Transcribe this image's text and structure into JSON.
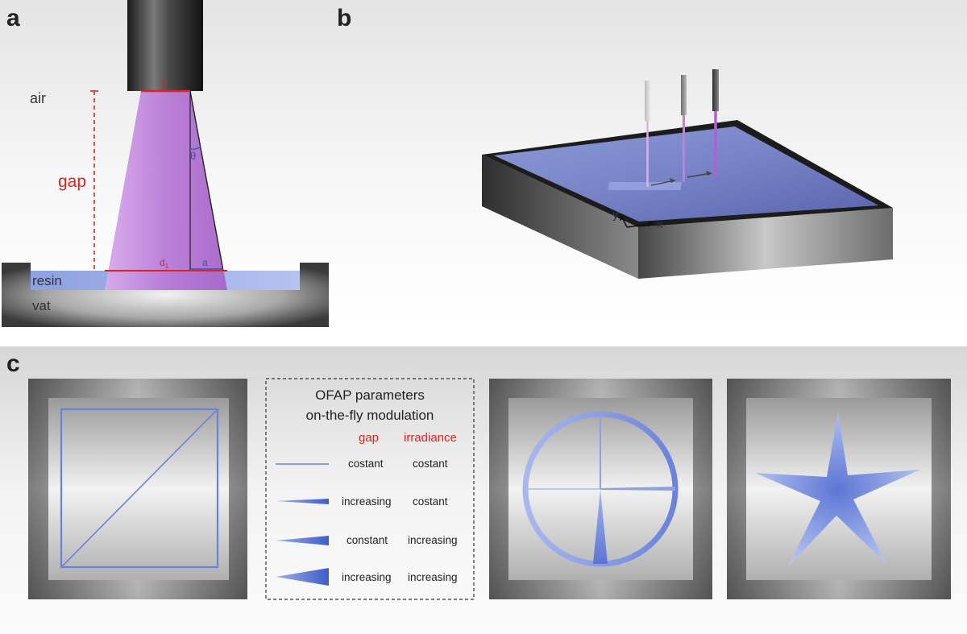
{
  "panel_letters": {
    "a": "a",
    "b": "b",
    "c": "c"
  },
  "panel_a": {
    "air": "air",
    "gap": "gap",
    "resin": "resin",
    "vat": "vat",
    "d": "d",
    "d1": "d",
    "d1_sub": "1",
    "theta": "θ",
    "a": "a"
  },
  "panel_b": {
    "axis_x": "x",
    "axis_y": "y"
  },
  "legend": {
    "title_line1": "OFAP parameters",
    "title_line2": "on-the-fly modulation",
    "header_gap": "gap",
    "header_irradiance": "irradiance",
    "rows": [
      {
        "gap": "costant",
        "irradiance": "costant"
      },
      {
        "gap": "increasing",
        "irradiance": "costant"
      },
      {
        "gap": "constant",
        "irradiance": "increasing"
      },
      {
        "gap": "increasing",
        "irradiance": "increasing"
      }
    ]
  },
  "colors": {
    "beam": "#b77ad6",
    "resin": "#a9b6ec",
    "line_blue": "#6b82da",
    "accent_red": "#e0231e"
  }
}
